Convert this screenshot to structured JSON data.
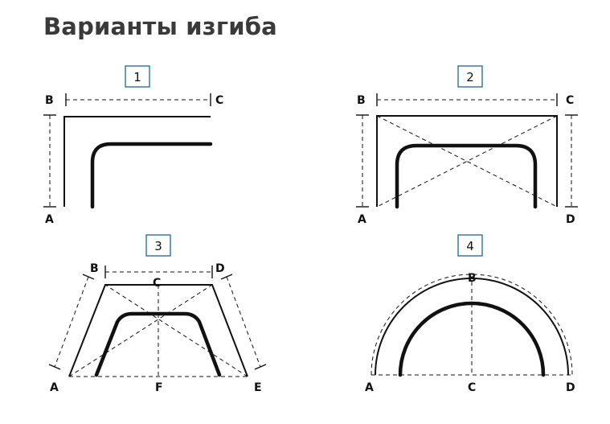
{
  "title": "Варианты изгиба",
  "variants": [
    {
      "number": "1",
      "labels": {
        "a": "A",
        "b": "B",
        "c": "C"
      }
    },
    {
      "number": "2",
      "labels": {
        "a": "A",
        "b": "B",
        "c": "C",
        "d": "D"
      }
    },
    {
      "number": "3",
      "labels": {
        "a": "A",
        "b": "B",
        "c": "C",
        "d": "D",
        "e": "E",
        "f": "F"
      }
    },
    {
      "number": "4",
      "labels": {
        "a": "A",
        "b": "B",
        "c": "C",
        "d": "D"
      }
    }
  ]
}
